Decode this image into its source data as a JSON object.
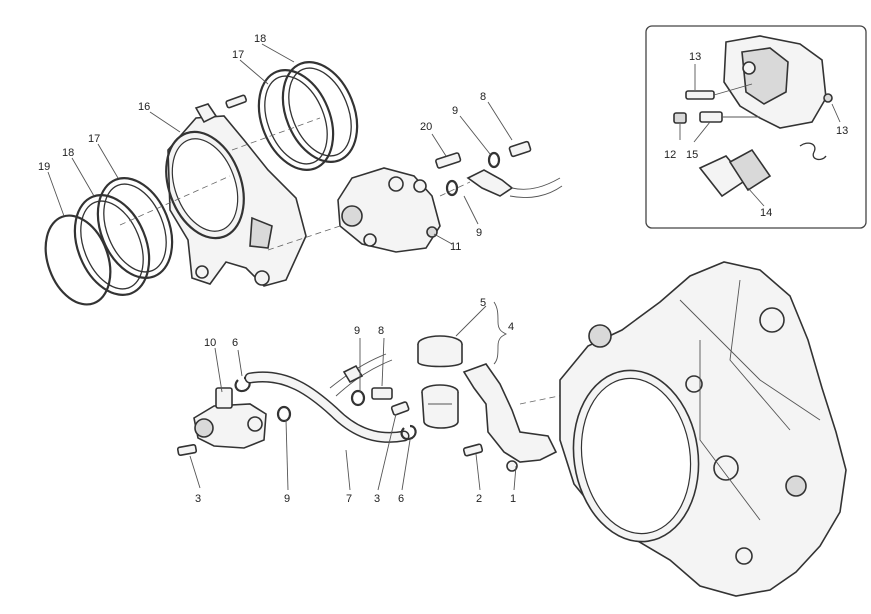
{
  "callouts": {
    "n1": "1",
    "n2": "2",
    "n3a": "3",
    "n3b": "3",
    "n4": "4",
    "n5": "5",
    "n6a": "6",
    "n6b": "6",
    "n7": "7",
    "n8a": "8",
    "n8b": "8",
    "n9a": "9",
    "n9b": "9",
    "n9c": "9",
    "n9d": "9",
    "n10": "10",
    "n11": "11",
    "n12": "12",
    "n13a": "13",
    "n13b": "13",
    "n14": "14",
    "n15": "15",
    "n16": "16",
    "n17a": "17",
    "n17b": "17",
    "n18a": "18",
    "n18b": "18",
    "n19": "19",
    "n20": "20"
  },
  "parts": {
    "clutch_housing": "clutch-housing",
    "slave_cylinder": "clutch-slave-cylinder",
    "master_cylinder": "clutch-master-cylinder",
    "reservoir": "fluid-reservoir",
    "hose": "clutch-hose",
    "bracket": "reservoir-bracket",
    "mounting_plate": "slave-cylinder-mounting-plate"
  }
}
